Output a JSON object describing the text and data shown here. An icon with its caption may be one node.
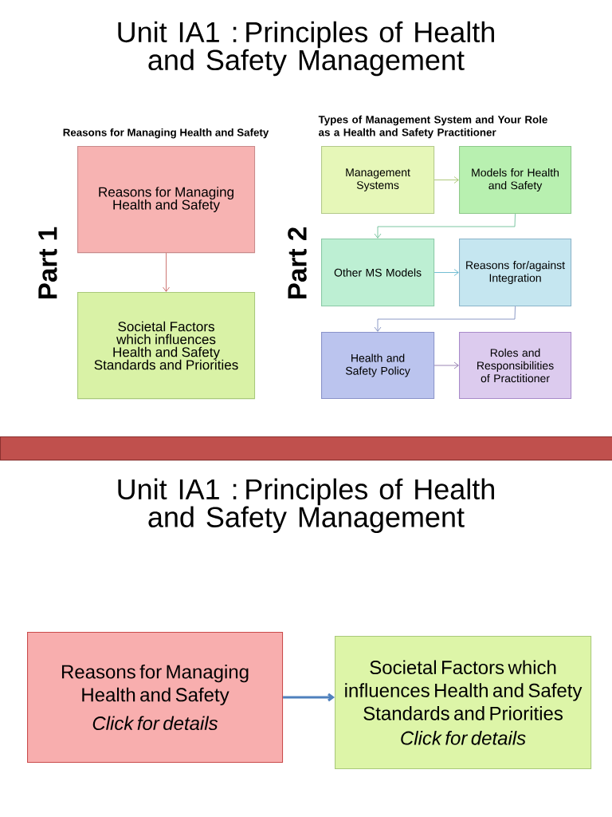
{
  "diagram": {
    "title": "Unit IA1 : Principles of Health and Safety Management",
    "nodes": [
      {
        "text": [
          "Reasons for Managing Health and Safety"
        ],
        "beside": [
          "Reasons for Managing Health and Safety"
        ]
      },
      {
        "text": [
          "Societal Factors which influences Health and Safety Standards and Priorities"
        ]
      },
      {
        "text": [
          "Management Systems"
        ]
      },
      {
        "text": [
          "Models for Health and Safety"
        ]
      },
      {
        "text": [
          "Other MS Models"
        ]
      },
      {
        "text": [
          "Reasons for/against Integration"
        ]
      },
      {
        "text": [
          "Health and Safety Policy"
        ]
      },
      {
        "text": [
          "Roles and Responsibilities of Practitioner"
        ]
      },
      {
        "text": [],
        "shape": "bar"
      },
      {
        "text": [
          "Reasons for Managing Health and Safety",
          "Click for details"
        ]
      },
      {
        "text": [
          "Societal Factors which influences Health and Safety Standards and Priorities",
          "Click for details"
        ]
      }
    ],
    "edges": [
      {
        "from": 0,
        "to": 1,
        "arrow": "to",
        "color": "#c0504d"
      },
      {
        "from": 2,
        "to": 3,
        "arrow": "to",
        "color": "#9bbb59"
      },
      {
        "from": 3,
        "to": 4,
        "arrow": "to",
        "color": "#5cb88a"
      },
      {
        "from": 4,
        "to": 5,
        "arrow": "to",
        "color": "#4bacc6"
      },
      {
        "from": 5,
        "to": 6,
        "arrow": "to",
        "color": "#7081b8"
      },
      {
        "from": 6,
        "to": 7,
        "arrow": "to",
        "color": "#8064a2"
      },
      {
        "from": 9,
        "to": 10,
        "arrow": "to",
        "style": "thick",
        "color": "#4f81bd"
      }
    ],
    "labels": [
      "Part 1",
      "Types of Management System and Your Role as a Health and Safety Practitioner",
      "Part 2",
      "Unit IA1 : Principles of Health and Safety Management"
    ]
  }
}
